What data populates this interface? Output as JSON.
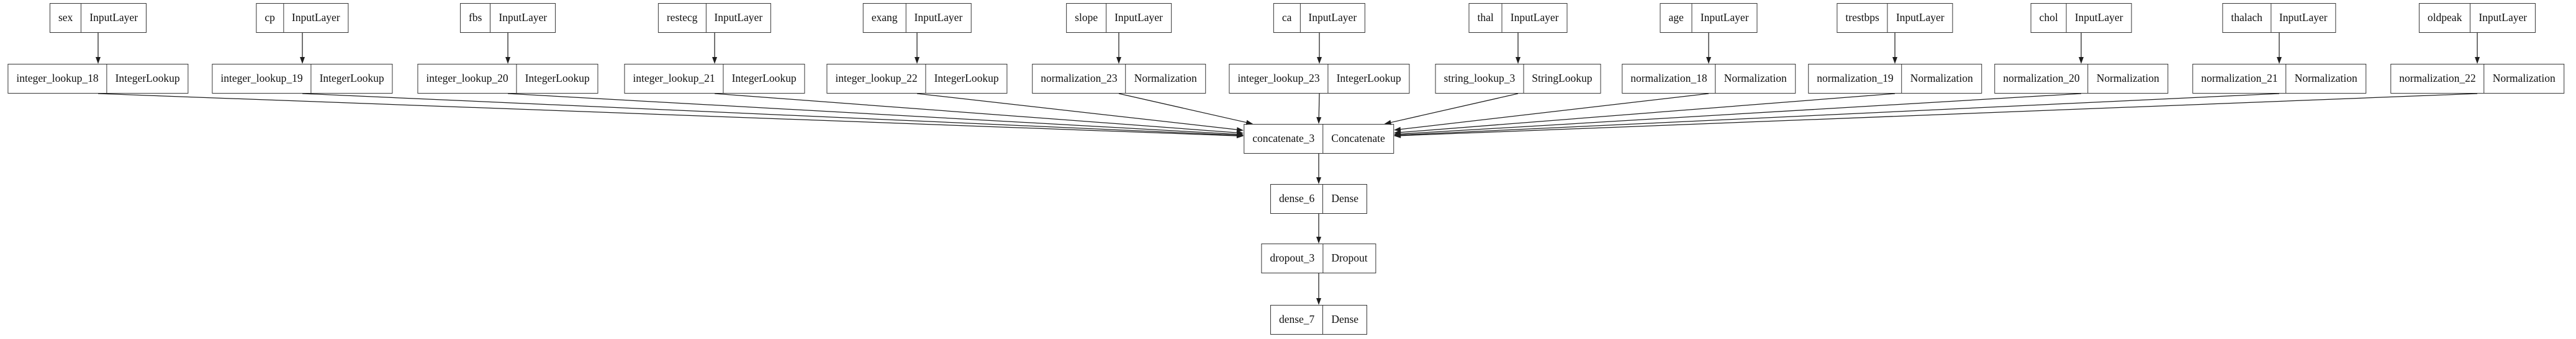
{
  "diagram": {
    "title": "keras-functional-model-graph",
    "columns": [
      {
        "input_name": "sex",
        "input_class": "InputLayer",
        "transform_name": "integer_lookup_18",
        "transform_class": "IntegerLookup"
      },
      {
        "input_name": "cp",
        "input_class": "InputLayer",
        "transform_name": "integer_lookup_19",
        "transform_class": "IntegerLookup"
      },
      {
        "input_name": "fbs",
        "input_class": "InputLayer",
        "transform_name": "integer_lookup_20",
        "transform_class": "IntegerLookup"
      },
      {
        "input_name": "restecg",
        "input_class": "InputLayer",
        "transform_name": "integer_lookup_21",
        "transform_class": "IntegerLookup"
      },
      {
        "input_name": "exang",
        "input_class": "InputLayer",
        "transform_name": "integer_lookup_22",
        "transform_class": "IntegerLookup"
      },
      {
        "input_name": "slope",
        "input_class": "InputLayer",
        "transform_name": "normalization_23",
        "transform_class": "Normalization"
      },
      {
        "input_name": "ca",
        "input_class": "InputLayer",
        "transform_name": "integer_lookup_23",
        "transform_class": "IntegerLookup"
      },
      {
        "input_name": "thal",
        "input_class": "InputLayer",
        "transform_name": "string_lookup_3",
        "transform_class": "StringLookup"
      },
      {
        "input_name": "age",
        "input_class": "InputLayer",
        "transform_name": "normalization_18",
        "transform_class": "Normalization"
      },
      {
        "input_name": "trestbps",
        "input_class": "InputLayer",
        "transform_name": "normalization_19",
        "transform_class": "Normalization"
      },
      {
        "input_name": "chol",
        "input_class": "InputLayer",
        "transform_name": "normalization_20",
        "transform_class": "Normalization"
      },
      {
        "input_name": "thalach",
        "input_class": "InputLayer",
        "transform_name": "normalization_21",
        "transform_class": "Normalization"
      },
      {
        "input_name": "oldpeak",
        "input_class": "InputLayer",
        "transform_name": "normalization_22",
        "transform_class": "Normalization"
      }
    ],
    "chain": [
      {
        "name": "concatenate_3",
        "class": "Concatenate"
      },
      {
        "name": "dense_6",
        "class": "Dense"
      },
      {
        "name": "dropout_3",
        "class": "Dropout"
      },
      {
        "name": "dense_7",
        "class": "Dense"
      }
    ],
    "colors": {
      "background": "#ffffff",
      "box_border": "#343434",
      "edge": "#1d1d1d",
      "text": "#0f0f0f"
    }
  }
}
